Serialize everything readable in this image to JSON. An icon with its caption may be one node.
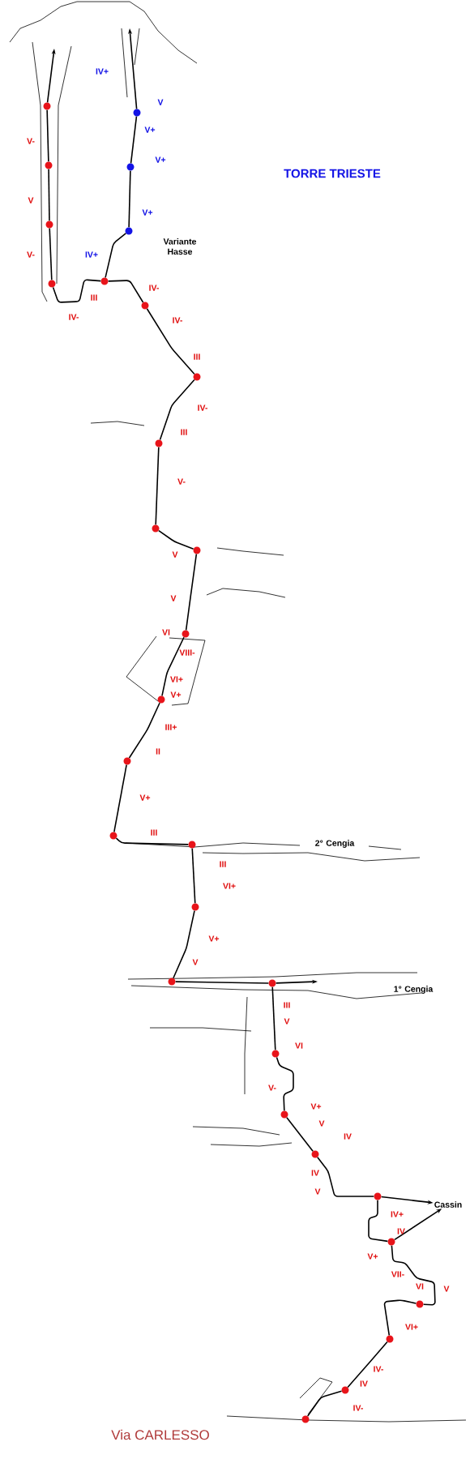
{
  "diagram": {
    "title": "TORRE TRIESTE",
    "caption": "Via CARLESSO",
    "nodes": [
      {
        "text": [],
        "shape": "circle"
      },
      {
        "text": [],
        "shape": "circle"
      },
      {
        "text": [],
        "shape": "circle"
      },
      {
        "text": [],
        "shape": "circle"
      },
      {
        "text": [],
        "shape": "circle"
      },
      {
        "text": [],
        "shape": "circle"
      },
      {
        "text": [],
        "shape": "circle"
      },
      {
        "text": [],
        "shape": "circle"
      },
      {
        "text": [],
        "shape": "circle"
      },
      {
        "text": [],
        "shape": "circle"
      },
      {
        "text": [],
        "shape": "circle"
      },
      {
        "text": [],
        "shape": "circle"
      },
      {
        "text": [],
        "shape": "circle"
      },
      {
        "text": [],
        "shape": "circle"
      },
      {
        "text": [],
        "shape": "circle"
      },
      {
        "text": [],
        "shape": "circle"
      },
      {
        "text": [],
        "shape": "circle"
      },
      {
        "text": [],
        "shape": "circle"
      },
      {
        "text": [],
        "shape": "circle"
      },
      {
        "text": [],
        "shape": "circle"
      },
      {
        "text": [],
        "shape": "circle"
      },
      {
        "text": [],
        "shape": "circle"
      },
      {
        "text": [],
        "shape": "circle"
      },
      {
        "text": [],
        "shape": "circle"
      },
      {
        "text": [],
        "shape": "circle"
      },
      {
        "text": [],
        "shape": "circle"
      },
      {
        "text": [],
        "shape": "circle"
      },
      {
        "text": [],
        "shape": "circle"
      },
      {
        "text": [],
        "shape": "circle"
      },
      {
        "text": [],
        "shape": "circle"
      },
      {
        "text": [
          "Cassin"
        ]
      }
    ],
    "edges": [
      {
        "from": 0,
        "to": null,
        "arrow": "to"
      },
      {
        "from": 2,
        "to": 0,
        "arrow": "none"
      },
      {
        "from": 4,
        "to": 2,
        "arrow": "none"
      },
      {
        "from": 7,
        "to": 4,
        "arrow": "none"
      },
      {
        "from": 6,
        "to": 7,
        "arrow": "none"
      },
      {
        "from": 8,
        "to": 6,
        "arrow": "none"
      },
      {
        "from": 9,
        "to": 8,
        "arrow": "none"
      },
      {
        "from": 10,
        "to": 9,
        "arrow": "none"
      },
      {
        "from": 11,
        "to": 10,
        "arrow": "none"
      },
      {
        "from": 12,
        "to": 11,
        "arrow": "none"
      },
      {
        "from": 13,
        "to": 12,
        "arrow": "none"
      },
      {
        "from": 14,
        "to": 13,
        "arrow": "none"
      },
      {
        "from": 15,
        "to": 14,
        "arrow": "none"
      },
      {
        "from": 16,
        "to": 15,
        "arrow": "none"
      },
      {
        "from": 17,
        "to": 16,
        "arrow": "none"
      },
      {
        "from": 18,
        "to": 17,
        "arrow": "none"
      },
      {
        "from": 19,
        "to": 18,
        "arrow": "none"
      },
      {
        "from": 20,
        "to": 19,
        "arrow": "none"
      },
      {
        "from": 21,
        "to": 20,
        "arrow": "none"
      },
      {
        "from": 22,
        "to": 21,
        "arrow": "none"
      },
      {
        "from": 23,
        "to": 22,
        "arrow": "none"
      },
      {
        "from": 24,
        "to": 23,
        "arrow": "none"
      },
      {
        "from": 25,
        "to": 24,
        "arrow": "none"
      },
      {
        "from": 26,
        "to": 25,
        "arrow": "none"
      },
      {
        "from": 27,
        "to": 26,
        "arrow": "none"
      },
      {
        "from": 28,
        "to": 27,
        "arrow": "none"
      },
      {
        "from": 29,
        "to": 28,
        "arrow": "none"
      },
      {
        "from": 6,
        "to": 5,
        "arrow": "none"
      },
      {
        "from": 5,
        "to": 3,
        "arrow": "none"
      },
      {
        "from": 3,
        "to": 1,
        "arrow": "none"
      },
      {
        "from": 1,
        "to": null,
        "arrow": "to"
      },
      {
        "from": 20,
        "to": null,
        "arrow": "to"
      },
      {
        "from": 24,
        "to": 30,
        "arrow": "to"
      },
      {
        "from": 25,
        "to": 30,
        "arrow": "to"
      }
    ],
    "labels": [
      "IV+",
      "V",
      "V+",
      "V-",
      "V+",
      "V",
      "V+",
      "Variante Hasse",
      "V-",
      "IV+",
      "IV-",
      "III",
      "IV-",
      "IV-",
      "III",
      "IV-",
      "III",
      "V-",
      "V",
      "V",
      "VI",
      "VIII-",
      "VI+",
      "V+",
      "III+",
      "II",
      "V+",
      "III",
      "2° Cengia",
      "III",
      "VI+",
      "V+",
      "V",
      "1° Cengia",
      "III",
      "V",
      "VI",
      "V-",
      "V+",
      "V",
      "IV",
      "IV",
      "V",
      "IV+",
      "IV",
      "V+",
      "VII-",
      "VI",
      "V",
      "VI+",
      "IV-",
      "IV",
      "IV-"
    ]
  }
}
